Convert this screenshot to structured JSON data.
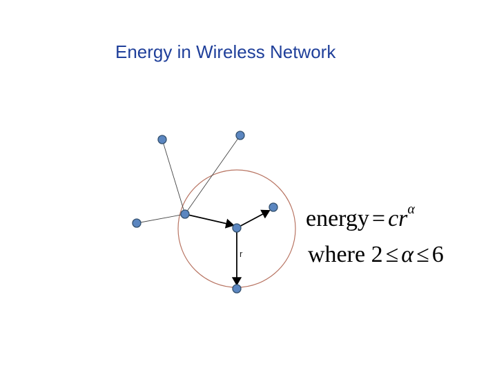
{
  "title": "Energy in Wireless Network",
  "colors": {
    "title": "#1f3f9a",
    "node_fill": "#5b86c0",
    "range_circle": "#b87462",
    "edge": "#444444",
    "arrow": "#000000"
  },
  "diagram": {
    "radius_label": "r"
  },
  "formula": {
    "line1": {
      "lhs": "energy",
      "eq": "=",
      "rhs_c": "c",
      "rhs_r": "r",
      "exponent": "α"
    },
    "line2": {
      "word": "where",
      "lower": "2",
      "le1": "≤",
      "var": "α",
      "le2": "≤",
      "upper": "6"
    }
  }
}
